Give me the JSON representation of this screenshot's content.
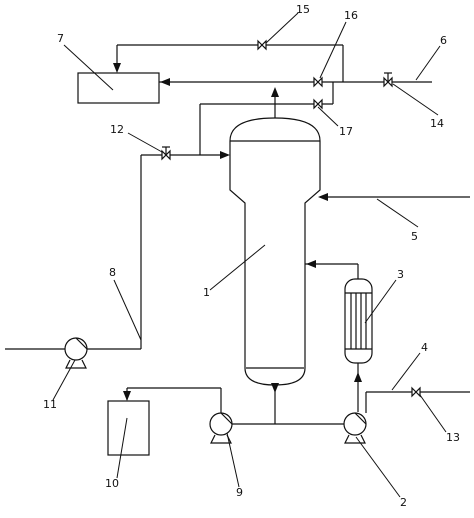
{
  "diagram": {
    "labels": {
      "n1": "1",
      "n2": "2",
      "n3": "3",
      "n4": "4",
      "n5": "5",
      "n6": "6",
      "n7": "7",
      "n8": "8",
      "n9": "9",
      "n10": "10",
      "n11": "11",
      "n12": "12",
      "n13": "13",
      "n14": "14",
      "n15": "15",
      "n16": "16",
      "n17": "17"
    },
    "line_color": "#111111"
  }
}
